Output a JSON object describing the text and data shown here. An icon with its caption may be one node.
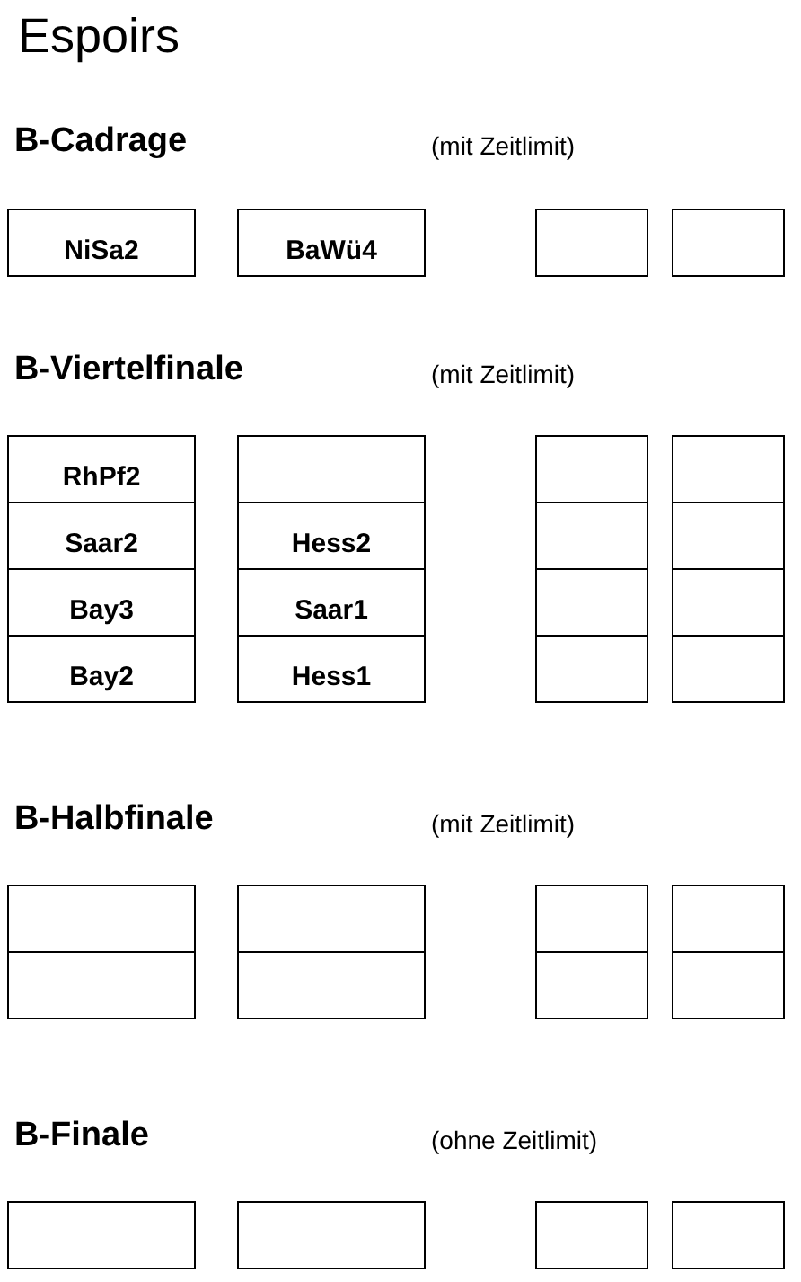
{
  "diagram": {
    "title": "Espoirs",
    "nodes": [
      {
        "text": [
          "NiSa2"
        ]
      },
      {
        "text": [
          "BaWü4"
        ]
      },
      {
        "text": [],
        "shape": "box"
      },
      {
        "text": [],
        "shape": "box"
      },
      {
        "text": [
          "RhPf2"
        ]
      },
      {
        "text": [],
        "shape": "box"
      },
      {
        "text": [],
        "shape": "box"
      },
      {
        "text": [],
        "shape": "box"
      },
      {
        "text": [
          "Saar2"
        ]
      },
      {
        "text": [
          "Hess2"
        ]
      },
      {
        "text": [],
        "shape": "box"
      },
      {
        "text": [],
        "shape": "box"
      },
      {
        "text": [
          "Bay3"
        ]
      },
      {
        "text": [
          "Saar1"
        ]
      },
      {
        "text": [],
        "shape": "box"
      },
      {
        "text": [],
        "shape": "box"
      },
      {
        "text": [
          "Bay2"
        ]
      },
      {
        "text": [
          "Hess1"
        ]
      },
      {
        "text": [],
        "shape": "box"
      },
      {
        "text": [],
        "shape": "box"
      },
      {
        "text": [],
        "shape": "box"
      },
      {
        "text": [],
        "shape": "box"
      },
      {
        "text": [],
        "shape": "box"
      },
      {
        "text": [],
        "shape": "box"
      },
      {
        "text": [],
        "shape": "box"
      },
      {
        "text": [],
        "shape": "box"
      },
      {
        "text": [],
        "shape": "box"
      },
      {
        "text": [],
        "shape": "box"
      },
      {
        "text": [],
        "shape": "box"
      },
      {
        "text": [],
        "shape": "box"
      },
      {
        "text": [],
        "shape": "box"
      },
      {
        "text": [],
        "shape": "box"
      }
    ],
    "labels": [
      "B-Cadrage",
      "(mit Zeitlimit)",
      "B-Viertelfinale",
      "(mit Zeitlimit)",
      "B-Halbfinale",
      "(mit Zeitlimit)",
      "B-Finale",
      "(ohne Zeitlimit)"
    ]
  }
}
